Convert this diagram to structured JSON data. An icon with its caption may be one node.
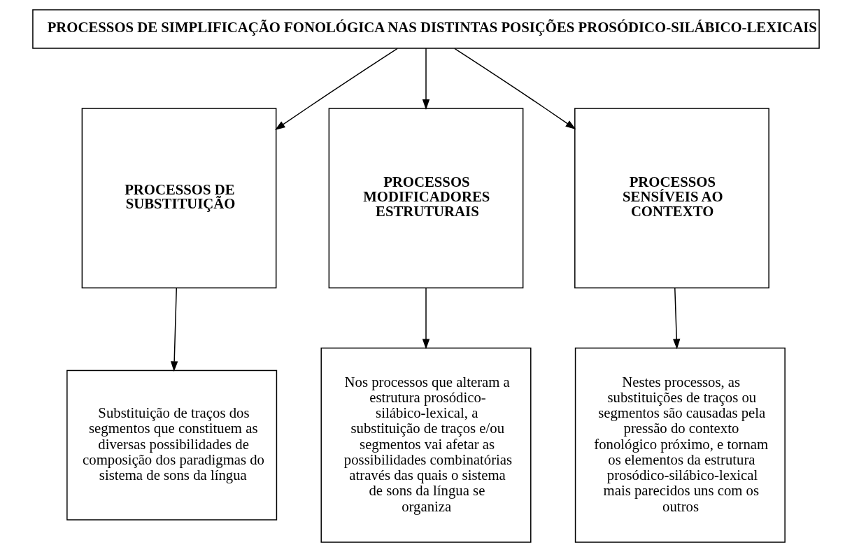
{
  "diagram": {
    "nodes": [
      {
        "text": [
          "PROCESSOS DE SIMPLIFICAÇÃO FONOLÓGICA NAS DISTINTAS POSIÇÕES PROSÓDICO-SILÁBICO-LEXICAIS"
        ]
      },
      {
        "text": [
          "PROCESSOS DE SUBSTITUIÇÃO"
        ]
      },
      {
        "text": [
          "PROCESSOS MODIFICADORES ESTRUTURAIS"
        ]
      },
      {
        "text": [
          "PROCESSOS SENSÍVEIS AO CONTEXTO"
        ]
      },
      {
        "text": [
          "Substituição de traços dos segmentos que constituem as diversas possibilidades de composição dos paradigmas do sistema de sons da língua"
        ]
      },
      {
        "text": [
          "Nos processos que alteram a estrutura prosódico-silábico-lexical, a substituição de traços e/ou segmentos vai afetar as possibilidades combinatórias através das quais o sistema de sons da língua se organiza"
        ]
      },
      {
        "text": [
          "Nestes processos, as substituições de traços ou segmentos são causadas pela pressão do contexto fonológico próximo, e tornam os elementos da estrutura prosódico-silábico-lexical mais parecidos uns com os outros"
        ]
      }
    ],
    "edges": [
      {
        "from": 0,
        "to": 1,
        "arrow": "to"
      },
      {
        "from": 0,
        "to": 2,
        "arrow": "to"
      },
      {
        "from": 0,
        "to": 3,
        "arrow": "to"
      },
      {
        "from": 1,
        "to": 4,
        "arrow": "to"
      },
      {
        "from": 2,
        "to": 5,
        "arrow": "to"
      },
      {
        "from": 3,
        "to": 6,
        "arrow": "to"
      }
    ]
  }
}
